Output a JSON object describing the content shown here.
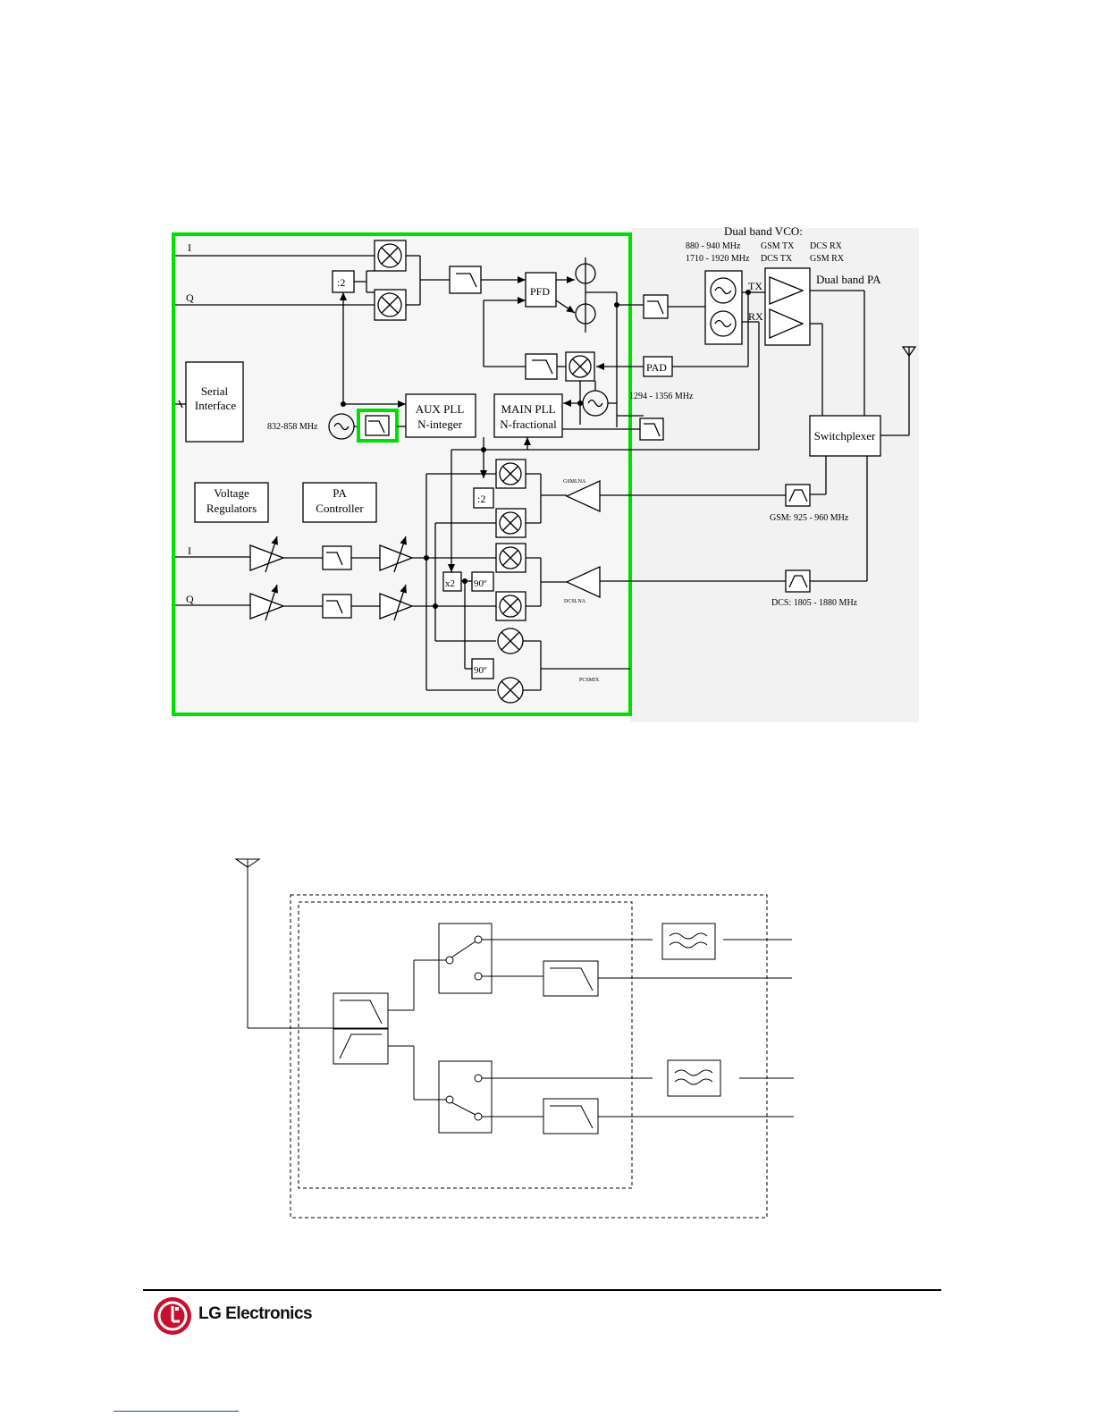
{
  "diagram1": {
    "title_vco": "Dual band VCO:",
    "vco_band1": "880 - 940 MHz",
    "vco_band2": "1710 - 1920 MHz",
    "vco_gsm_tx": "GSM TX",
    "vco_dcs_tx": "DCS TX",
    "vco_dcs_rx": "DCS RX",
    "vco_gsm_rx": "GSM RX",
    "tx_label": "TX",
    "rx_label": "RX",
    "pa_label": "Dual band PA",
    "pfd_label": "PFD",
    "pad_label": "PAD",
    "div2_top": ":2",
    "div2_mid": ":2",
    "x2_label": "x2",
    "phase90_a": "90º",
    "phase90_b": "90º",
    "serial1": "Serial",
    "serial2": "Interface",
    "aux1": "AUX PLL",
    "aux2": "N-integer",
    "main1": "MAIN PLL",
    "main2": "N-fractional",
    "aux_freq": "832-858 MHz",
    "main_freq": "1294 - 1356 MHz",
    "volt1": "Voltage",
    "volt2": "Regulators",
    "pa1": "PA",
    "pa2": "Controller",
    "i_top": "I",
    "q_top": "Q",
    "i_bot": "I",
    "q_bot": "Q",
    "switchplexer": "Switchplexer",
    "gsm_lna": "GSMLNA",
    "dcs_lna": "DCSLNA",
    "pcs_mix": "PCSMIX",
    "gsm_filter": "GSM: 925 - 960 MHz",
    "dcs_filter": "DCS: 1805 - 1880 MHz"
  },
  "footer": {
    "brand": "LG Electronics",
    "colors": {
      "lg_red": "#c8102e",
      "highlight": "#00e000"
    }
  }
}
